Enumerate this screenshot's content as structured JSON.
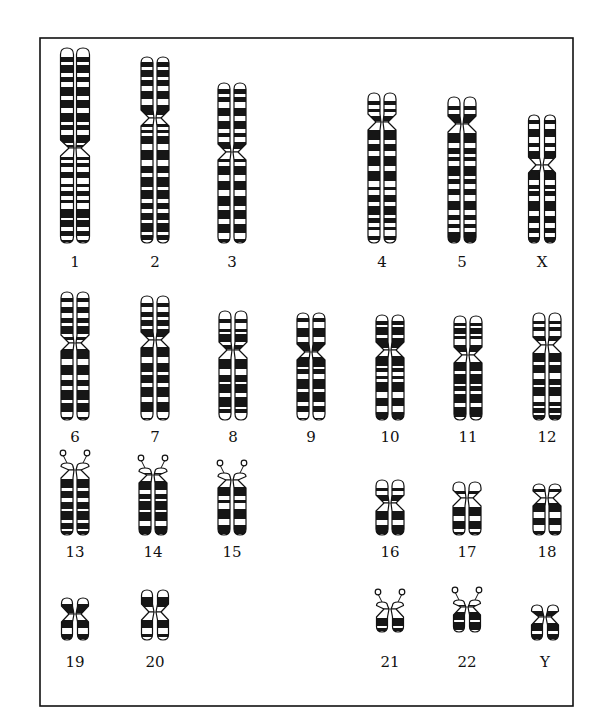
{
  "diagram": {
    "labels": [
      "1",
      "2",
      "3",
      "4",
      "5",
      "X",
      "6",
      "7",
      "8",
      "9",
      "10",
      "11",
      "12",
      "13",
      "14",
      "15",
      "16",
      "17",
      "18",
      "19",
      "20",
      "21",
      "22",
      "Y"
    ]
  }
}
